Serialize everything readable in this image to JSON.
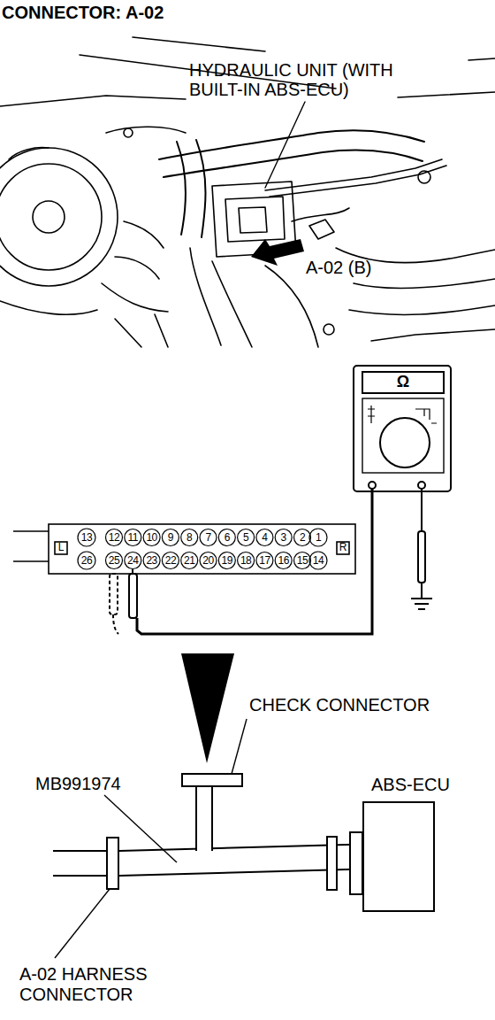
{
  "diagram": {
    "title": "CONNECTOR: A-02",
    "nodes": [
      {
        "text": [
          "CHECK CONNECTOR"
        ]
      },
      {
        "text": [
          "ABS-ECU"
        ]
      },
      {
        "text": [
          "A-02 HARNESS CONNECTOR"
        ]
      }
    ],
    "edges": [
      {
        "from": 2,
        "to": 1,
        "arrow": "none"
      }
    ],
    "labels": [
      "HYDRAULIC UNIT (WITH BUILT-IN ABS-ECU)",
      "A-02 (B)",
      "Ω",
      "L",
      "R",
      "13",
      "12",
      "11",
      "10",
      "9",
      "8",
      "7",
      "6",
      "5",
      "4",
      "3",
      "2",
      "1",
      "26",
      "25",
      "24",
      "23",
      "22",
      "21",
      "20",
      "19",
      "18",
      "17",
      "16",
      "15",
      "14",
      "MB991974"
    ]
  }
}
